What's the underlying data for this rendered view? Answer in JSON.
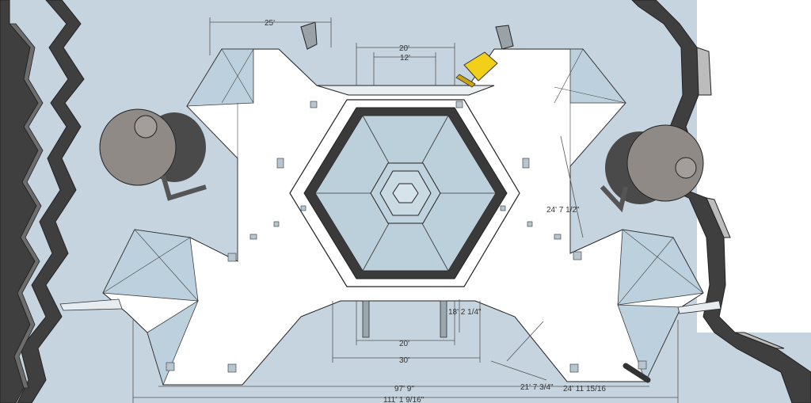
{
  "viewport": {
    "background": "#c5d4df",
    "face": "#ffffff",
    "glass": "#b9cfdc",
    "tank": "#8f8a86",
    "rock": "#3f3f3f"
  },
  "dimensions": {
    "d25": "25'",
    "d20_top": "20'",
    "d12_top": "12'",
    "d24_7_1_2": "24' 7 1/2\"",
    "d18_2_1_4": "18' 2 1/4\"",
    "d20_bottom": "20'",
    "d30_bottom": "30'",
    "d97_9": "97' 9\"",
    "d111_1_9_16": "111' 1 9/16\"",
    "d21_7_3_4": "21' 7 3/4\"",
    "d24_11_15_16": "24' 11 15/16"
  },
  "objects": {
    "central_hub": "hexagon",
    "side_tanks": 2,
    "vehicle": "yellow-bulldozer"
  }
}
